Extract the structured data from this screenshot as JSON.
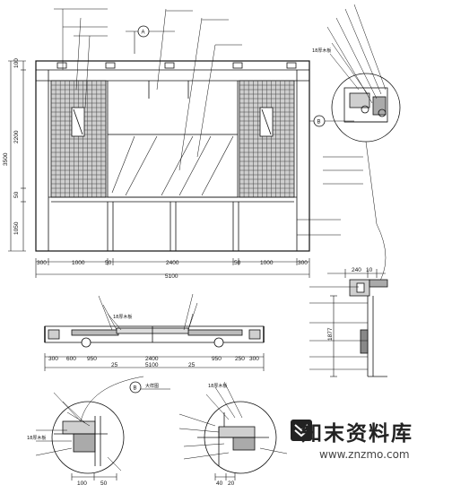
{
  "elevation": {
    "section_marker_top": "A",
    "section_marker_right": "B",
    "vertical_dims": [
      "100",
      "2200",
      "3500",
      "50",
      "1050"
    ],
    "horizontal_dims": [
      "300",
      "1000",
      "50",
      "2400",
      "50",
      "1000",
      "300"
    ],
    "total_width": "5100"
  },
  "plan": {
    "bottom_dims": [
      "300",
      "600",
      "950",
      "2400",
      "950",
      "250",
      "300"
    ],
    "sub_dims": [
      "25",
      "25"
    ],
    "total": "5100",
    "label_18": "18厚木板"
  },
  "section_right": {
    "label_18": "18厚木板",
    "dims_top": [
      "240",
      "10"
    ],
    "dim_vertical": "1877"
  },
  "detail_b": {
    "marker": "B",
    "title": "大样图",
    "dims_bottom": [
      "100",
      "50"
    ],
    "label_18": "18厚木板"
  },
  "detail_c": {
    "label_18": "18厚木板",
    "dims_bottom": [
      "40",
      "20"
    ]
  },
  "watermark": {
    "title": "知末资料库",
    "url": "www.znzmo.com"
  }
}
